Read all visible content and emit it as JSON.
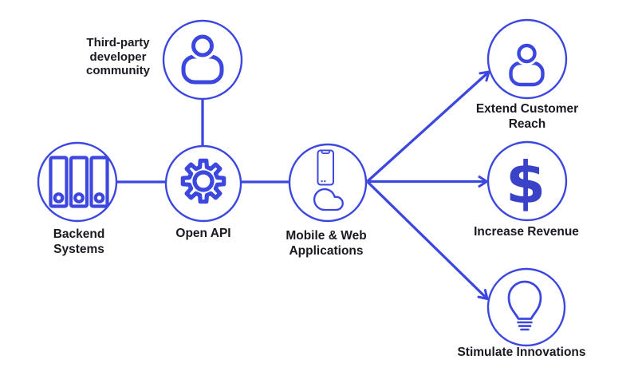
{
  "diagram": {
    "type": "flow-diagram",
    "colors": {
      "primary_blue": "#3C47E0",
      "dollar_blue": "#3A43C8",
      "text": "#191922",
      "background": "#FFFFFF"
    },
    "nodes": {
      "third_party": {
        "label": "Third-party developer community",
        "lines": [
          "Third-party",
          "developer",
          "community"
        ],
        "icon": "user-icon"
      },
      "backend_systems": {
        "label": "Backend Systems",
        "lines": [
          "Backend",
          "Systems"
        ],
        "icon": "server-binders-icon"
      },
      "open_api": {
        "label": "Open API",
        "lines": [
          "Open API"
        ],
        "icon": "gear-icon"
      },
      "mobile_web": {
        "label": "Mobile & Web Applications",
        "lines": [
          "Mobile & Web",
          "Applications"
        ],
        "icon": "smartphone-cloud-icon"
      },
      "extend_reach": {
        "label": "Extend Customer Reach",
        "lines": [
          "Extend Customer",
          "Reach"
        ],
        "icon": "user-icon"
      },
      "increase_revenue": {
        "label": "Increase Revenue",
        "lines": [
          "Increase Revenue"
        ],
        "icon": "dollar-icon",
        "icon_glyph": "$"
      },
      "stimulate_innovations": {
        "label": "Stimulate Innovations",
        "lines": [
          "Stimulate Innovations"
        ],
        "icon": "lightbulb-icon"
      }
    },
    "edges": [
      {
        "from": "Backend Systems",
        "to": "Open API",
        "style": "line"
      },
      {
        "from": "Third-party developer community",
        "to": "Open API",
        "style": "line"
      },
      {
        "from": "Open API",
        "to": "Mobile & Web Applications",
        "style": "line"
      },
      {
        "from": "Mobile & Web Applications",
        "to": "Extend Customer Reach",
        "style": "arrow"
      },
      {
        "from": "Mobile & Web Applications",
        "to": "Increase Revenue",
        "style": "arrow"
      },
      {
        "from": "Mobile & Web Applications",
        "to": "Stimulate Innovations",
        "style": "arrow"
      }
    ]
  }
}
